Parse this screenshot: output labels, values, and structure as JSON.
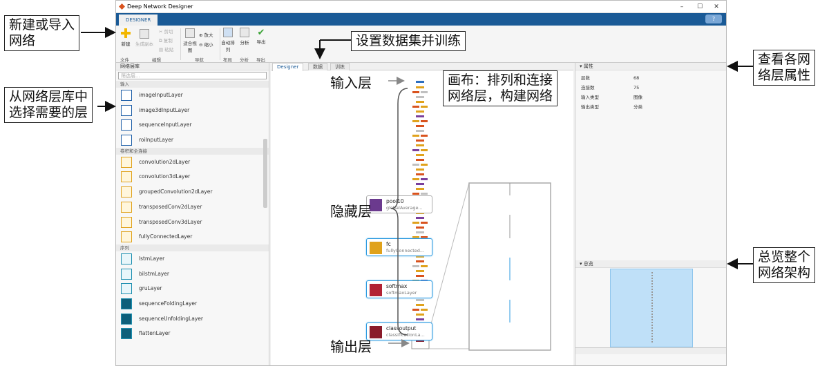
{
  "window": {
    "title": "Deep Network Designer",
    "ribbon_tab": "DESIGNER",
    "help": "?",
    "min": "–",
    "max": "☐",
    "close": "✕"
  },
  "ribbon": {
    "new": "新建",
    "duplicate": "生成副本",
    "cut": "剪切",
    "copy": "复制",
    "paste": "粘贴",
    "fit": "适合视图",
    "zoom_in": "放大",
    "zoom_out": "缩小",
    "auto_layout": "自动排列",
    "analyze": "分析",
    "export": "导出",
    "groups": {
      "file": "文件",
      "edit": "编辑",
      "nav": "导航",
      "layout": "布局",
      "analysis": "分析",
      "export": "导出"
    }
  },
  "library": {
    "title": "网络层库",
    "search_placeholder": "筛选层...",
    "categories": {
      "input": "输入",
      "conv": "卷积和全连接",
      "seq": "序列"
    },
    "input_layers": [
      "imageInputLayer",
      "image3dInputLayer",
      "sequenceInputLayer",
      "roiInputLayer"
    ],
    "conv_layers": [
      "convolution2dLayer",
      "convolution3dLayer",
      "groupedConvolution2dLayer",
      "transposedConv2dLayer",
      "transposedConv3dLayer",
      "fullyConnectedLayer"
    ],
    "seq_layers": [
      "lstmLayer",
      "bilstmLayer",
      "gruLayer",
      "sequenceFoldingLayer",
      "sequenceUnfoldingLayer",
      "flattenLayer"
    ]
  },
  "canvas": {
    "tabs": [
      "Designer",
      "数据",
      "训练"
    ]
  },
  "properties": {
    "title": "属性",
    "rows": [
      {
        "key": "层数",
        "val": "68"
      },
      {
        "key": "连接数",
        "val": "75"
      },
      {
        "key": "输入类型",
        "val": "图像"
      },
      {
        "key": "输出类型",
        "val": "分类"
      }
    ]
  },
  "overview": {
    "title": "总览"
  },
  "nodes": [
    {
      "name": "pool10",
      "sub": "globalAverage...",
      "color": "#6b3a8e"
    },
    {
      "name": "fc",
      "sub": "fullyConnected...",
      "color": "#e0a21c"
    },
    {
      "name": "softmax",
      "sub": "softmaxLayer",
      "color": "#b22234"
    },
    {
      "name": "classoutput",
      "sub": "classificationLa...",
      "color": "#8a1b2a"
    }
  ],
  "callouts": {
    "new_import": "新建或导入\n网络",
    "library": "从网络层库中\n选择需要的层",
    "data_train": "设置数据集并训练",
    "canvas": "画布：排列和连接\n网络层，构建网络",
    "input_layer": "输入层",
    "hidden_layer": "隐藏层",
    "output_layer": "输出层",
    "view_props": "查看各网\n络层属性",
    "overview": "总览整个\n网络架构"
  }
}
